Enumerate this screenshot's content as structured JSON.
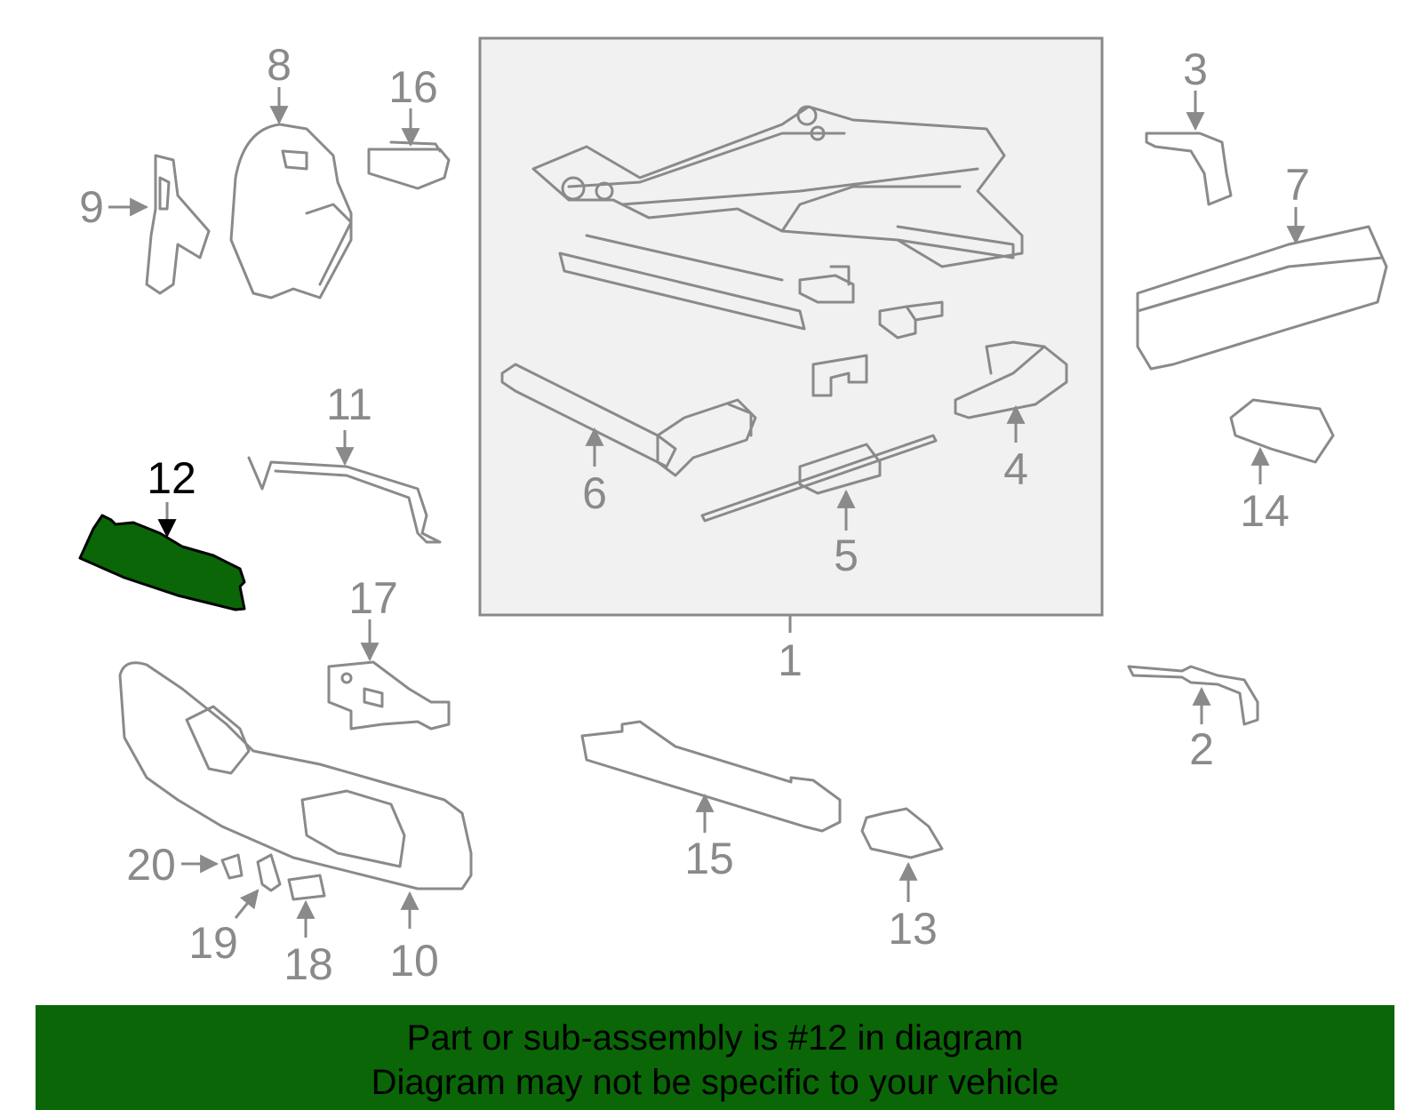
{
  "diagram": {
    "highlight_color": "#0a6607",
    "line_color": "#8a8a8a",
    "highlighted_part": "12",
    "callouts": [
      "1",
      "2",
      "3",
      "4",
      "5",
      "6",
      "7",
      "8",
      "9",
      "10",
      "11",
      "12",
      "13",
      "14",
      "15",
      "16",
      "17",
      "18",
      "19",
      "20"
    ]
  },
  "banner": {
    "line1": "Part or sub-assembly is #12 in diagram",
    "line2": "Diagram may not be specific to your vehicle",
    "color": "#0a6607"
  }
}
